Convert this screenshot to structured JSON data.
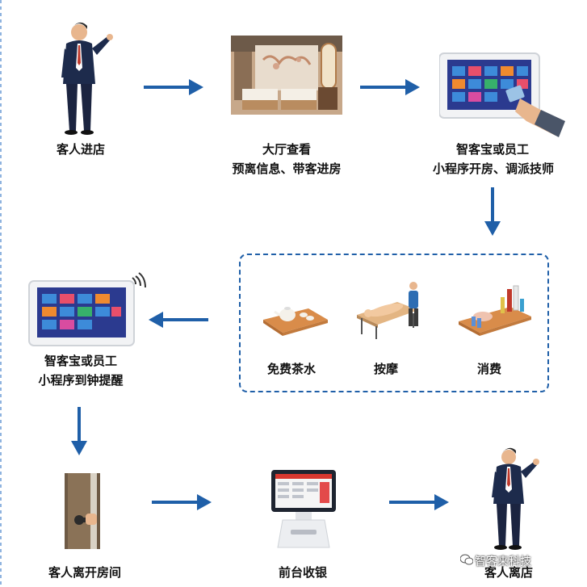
{
  "steps": {
    "enter": {
      "label": "客人进店"
    },
    "lobby": {
      "line1": "大厅查看",
      "line2": "预离信息、带客进房"
    },
    "open_room": {
      "line1": "智客宝或员工",
      "line2": "小程序开房、调派技师"
    },
    "reminder": {
      "line1": "智客宝或员工",
      "line2": "小程序到钟提醒"
    },
    "leave_room": {
      "label": "客人离开房间"
    },
    "checkout": {
      "label": "前台收银"
    },
    "leave_store": {
      "label": "客人离店"
    }
  },
  "services": {
    "tea": "免费茶水",
    "massage": "按摩",
    "consume": "消费"
  },
  "watermark": "智客来科技",
  "colors": {
    "arrow": "#1f5fa8",
    "border": "#1f5fa8"
  }
}
